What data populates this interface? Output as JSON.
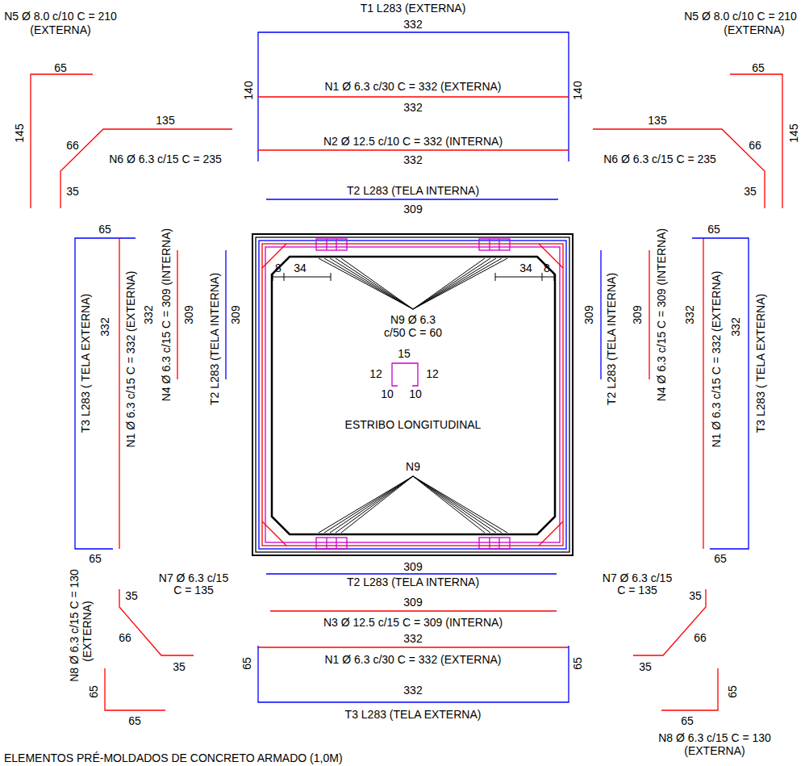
{
  "diagram": {
    "labels": [
      "N5 Ø 8.0 c/10 C = 210",
      "(EXTERNA)",
      "65",
      "145",
      "135",
      "66",
      "N6 Ø 6.3 c/15 C = 235",
      "35",
      "T1 L283 (EXTERNA)",
      "332",
      "140",
      "N1 Ø 6.3 c/30 C = 332 (EXTERNA)",
      "332",
      "140",
      "N2 Ø 12.5 c/10 C = 332 (INTERNA)",
      "332",
      "T2 L283 (TELA INTERNA)",
      "309",
      "N5 Ø 8.0 c/10 C = 210",
      "(EXTERNA)",
      "65",
      "145",
      "135",
      "N6 Ø 6.3 c/15 C = 235",
      "66",
      "35",
      "65",
      "T3 L283 ( TELA EXTERNA)",
      "332",
      "N1 Ø 6.3 c/15 C = 332 (EXTERNA)",
      "332",
      "N4 Ø 6.3 c/15 C = 309 (INTERNA)",
      "309",
      "T2 L283 (TELA INTERNA)",
      "309",
      "65",
      "309",
      "T2 L283 (TELA INTERNA)",
      "309",
      "N4 Ø 6.3 c/15 C = 309 (INTERNA)",
      "332",
      "N1 Ø 6.3 c/15 C = 332 (EXTERNA)",
      "332",
      "T3 L283 ( TELA EXTERNA)",
      "65",
      "65",
      "8",
      "34",
      "34",
      "8",
      "N9 Ø 6.3",
      "c/50 C = 60",
      "15",
      "12",
      "12",
      "10",
      "10",
      "ESTRIBO LONGITUDINAL",
      "N9",
      "309",
      "T2 L283 (TELA INTERNA)",
      "309",
      "N3 Ø 12.5 c/15 C = 309 (INTERNA)",
      "332",
      "N1 Ø 6.3 c/30 C = 332 (EXTERNA)",
      "65",
      "65",
      "332",
      "T3 L283 (TELA EXTERNA)",
      "N7 Ø 6.3 c/15",
      "C = 135",
      "35",
      "66",
      "35",
      "N8 Ø 6.3 c/15 C = 130",
      "(EXTERNA)",
      "65",
      "65",
      "N7 Ø 6.3 c/15",
      "C = 135",
      "35",
      "66",
      "35",
      "65",
      "65",
      "N8 Ø 6.3 c/15 C = 130",
      "(EXTERNA)",
      "ELEMENTOS PRÉ-MOLDADOS DE CONCRETO ARMADO (1,0M)"
    ]
  }
}
